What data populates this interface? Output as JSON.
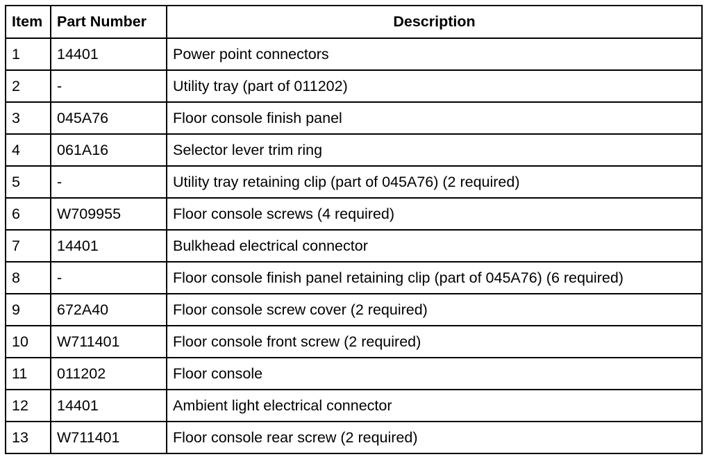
{
  "table": {
    "headers": {
      "item": "Item",
      "part_number": "Part Number",
      "description": "Description"
    },
    "rows": [
      {
        "item": "1",
        "part_number": "14401",
        "description": "Power point connectors"
      },
      {
        "item": "2",
        "part_number": "-",
        "description": "Utility tray (part of 011202)"
      },
      {
        "item": "3",
        "part_number": "045A76",
        "description": "Floor console finish panel"
      },
      {
        "item": "4",
        "part_number": "061A16",
        "description": "Selector lever trim ring"
      },
      {
        "item": "5",
        "part_number": "-",
        "description": "Utility tray retaining clip (part of 045A76) (2 required)"
      },
      {
        "item": "6",
        "part_number": "W709955",
        "description": "Floor console screws (4 required)"
      },
      {
        "item": "7",
        "part_number": "14401",
        "description": "Bulkhead electrical connector"
      },
      {
        "item": "8",
        "part_number": "-",
        "description": "Floor console finish panel retaining clip (part of 045A76) (6 required)"
      },
      {
        "item": "9",
        "part_number": "672A40",
        "description": "Floor console screw cover (2 required)"
      },
      {
        "item": "10",
        "part_number": "W711401",
        "description": "Floor console front screw (2 required)"
      },
      {
        "item": "11",
        "part_number": "011202",
        "description": "Floor console"
      },
      {
        "item": "12",
        "part_number": "14401",
        "description": "Ambient light electrical connector"
      },
      {
        "item": "13",
        "part_number": "W711401",
        "description": "Floor console rear screw (2 required)"
      }
    ]
  }
}
